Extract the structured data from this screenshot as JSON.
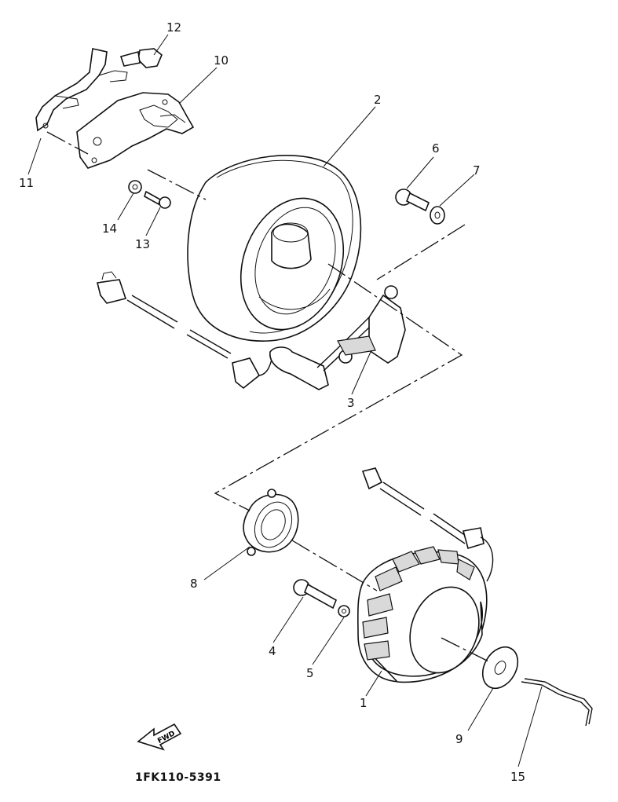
{
  "diagram": {
    "drawing_code": "1FK110-5391",
    "fwd_arrow_label": "FWD",
    "callouts": [
      {
        "id": "part-12",
        "label": "12"
      },
      {
        "id": "part-10",
        "label": "10"
      },
      {
        "id": "part-11",
        "label": "11"
      },
      {
        "id": "part-14",
        "label": "14"
      },
      {
        "id": "part-13",
        "label": "13"
      },
      {
        "id": "part-2",
        "label": "2"
      },
      {
        "id": "part-6",
        "label": "6"
      },
      {
        "id": "part-7",
        "label": "7"
      },
      {
        "id": "part-3",
        "label": "3"
      },
      {
        "id": "part-8",
        "label": "8"
      },
      {
        "id": "part-4",
        "label": "4"
      },
      {
        "id": "part-5",
        "label": "5"
      },
      {
        "id": "part-1",
        "label": "1"
      },
      {
        "id": "part-9",
        "label": "9"
      },
      {
        "id": "part-15",
        "label": "15"
      }
    ]
  }
}
